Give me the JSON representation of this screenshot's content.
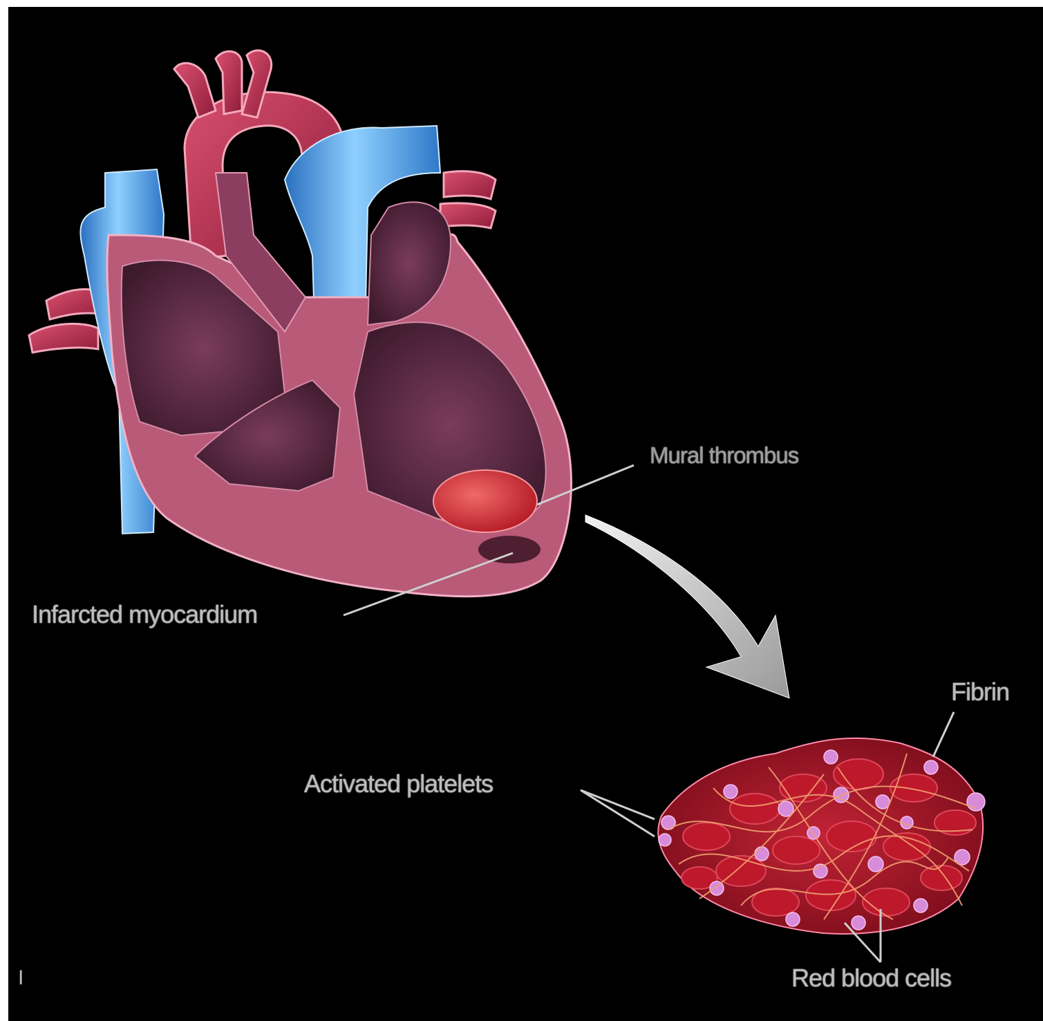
{
  "labels": {
    "mural_thrombus": "Mural thrombus",
    "infarcted_myocardium": "Infarcted myocardium",
    "fibrin": "Fibrin",
    "activated_platelets": "Activated platelets",
    "red_blood_cells": "Red blood cells"
  },
  "panel_letter": "I",
  "colors": {
    "background": "#000000",
    "myocardium": "#b85a78",
    "chamber": "#5e2a45",
    "vein_blue": "#4a9bd8",
    "artery_red": "#c02a4a",
    "thrombus": "#d8323e",
    "clot": "#a11827",
    "fibrin": "#f0a070",
    "platelet": "#d88bd8",
    "arrow": "#d0d0d0",
    "label": "#bdbdbd"
  }
}
